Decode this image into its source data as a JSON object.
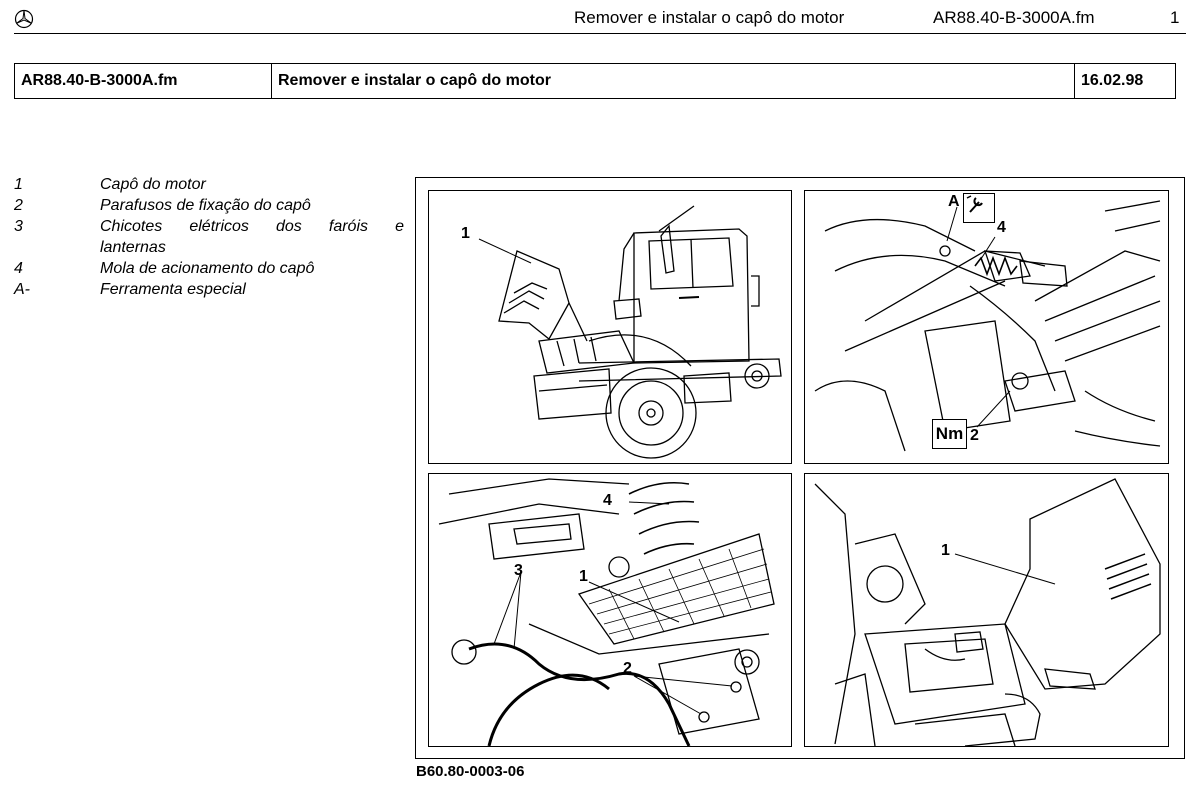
{
  "header": {
    "title": "Remover e instalar o capô do motor",
    "file": "AR88.40-B-3000A.fm",
    "page": "1"
  },
  "title_table": {
    "file": "AR88.40-B-3000A.fm",
    "title": "Remover e instalar o capô do motor",
    "date": "16.02.98"
  },
  "legend": [
    {
      "num": "1",
      "text": "Capô do motor"
    },
    {
      "num": "2",
      "text": "Parafusos de fixação do capô"
    },
    {
      "num": "3",
      "text": "Chicotes elétricos dos faróis e"
    },
    {
      "num": "",
      "text": "lanternas"
    },
    {
      "num": "4",
      "text": "Mola de acionamento do capô"
    },
    {
      "num": "A-",
      "text": "Ferramenta especial"
    }
  ],
  "figure": {
    "reference": "B60.80-0003-06",
    "panel1": {
      "callout1": "1"
    },
    "panel2": {
      "calloutA": "A",
      "callout4": "4",
      "callout2": "2",
      "nm_label": "Nm"
    },
    "panel3": {
      "callout4": "4",
      "callout3": "3",
      "callout1": "1",
      "callout2": "2"
    },
    "panel4": {
      "callout1": "1"
    }
  },
  "icons": [
    "mercedes-star-icon",
    "special-tool-icon",
    "torque-nm-icon"
  ]
}
